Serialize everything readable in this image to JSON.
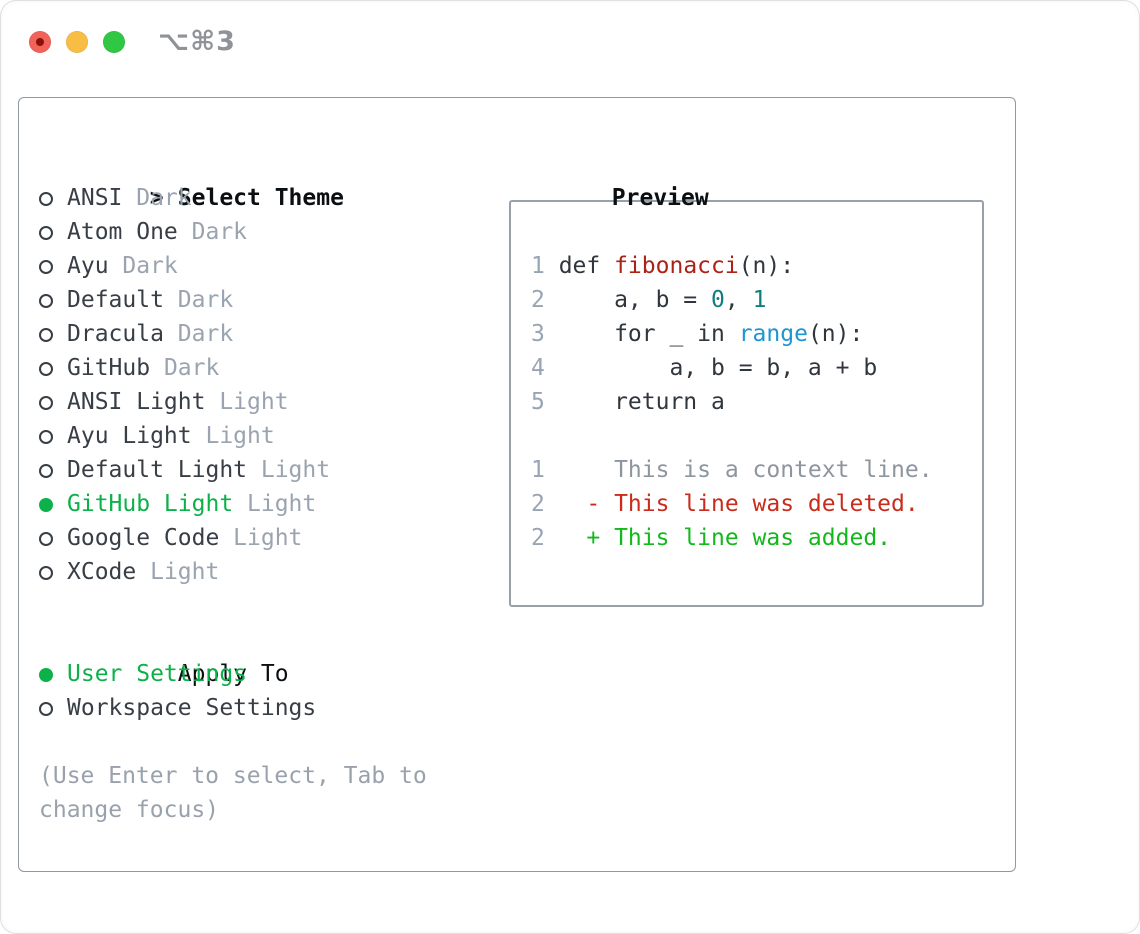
{
  "window": {
    "title": "⌥⌘3",
    "traffic_lights": [
      {
        "name": "close",
        "color": "#f1625b",
        "inner_dot": "#8a1107"
      },
      {
        "name": "minimize",
        "color": "#f8bd45",
        "inner_dot": null
      },
      {
        "name": "zoom",
        "color": "#30c745",
        "inner_dot": null
      }
    ]
  },
  "theme_panel": {
    "header_marker": ">",
    "header": "Select Theme",
    "items": [
      {
        "name": "ANSI",
        "variant": "Dark",
        "selected": false
      },
      {
        "name": "Atom One",
        "variant": "Dark",
        "selected": false
      },
      {
        "name": "Ayu",
        "variant": "Dark",
        "selected": false
      },
      {
        "name": "Default",
        "variant": "Dark",
        "selected": false
      },
      {
        "name": "Dracula",
        "variant": "Dark",
        "selected": false
      },
      {
        "name": "GitHub",
        "variant": "Dark",
        "selected": false
      },
      {
        "name": "ANSI Light",
        "variant": "Light",
        "selected": false
      },
      {
        "name": "Ayu Light",
        "variant": "Light",
        "selected": false
      },
      {
        "name": "Default Light",
        "variant": "Light",
        "selected": false
      },
      {
        "name": "GitHub Light",
        "variant": "Light",
        "selected": true
      },
      {
        "name": "Google Code",
        "variant": "Light",
        "selected": false
      },
      {
        "name": "XCode",
        "variant": "Light",
        "selected": false
      }
    ],
    "apply_to": {
      "header": "Apply To",
      "options": [
        {
          "name": "User Settings",
          "selected": true
        },
        {
          "name": "Workspace Settings",
          "selected": false
        }
      ]
    },
    "help_lines": [
      "(Use Enter to select, Tab to",
      "change focus)"
    ]
  },
  "preview": {
    "header": "Preview",
    "code_lines": [
      {
        "num": "1",
        "segments": [
          {
            "text": "def ",
            "color": "plain"
          },
          {
            "text": "fibonacci",
            "color": "function"
          },
          {
            "text": "(n):",
            "color": "plain"
          }
        ]
      },
      {
        "num": "2",
        "segments": [
          {
            "text": "    a, b = ",
            "color": "plain"
          },
          {
            "text": "0",
            "color": "number"
          },
          {
            "text": ", ",
            "color": "plain"
          },
          {
            "text": "1",
            "color": "number"
          }
        ]
      },
      {
        "num": "3",
        "segments": [
          {
            "text": "    for _ in ",
            "color": "plain"
          },
          {
            "text": "range",
            "color": "builtin"
          },
          {
            "text": "(n):",
            "color": "plain"
          }
        ]
      },
      {
        "num": "4",
        "segments": [
          {
            "text": "        a, b = b, a + b",
            "color": "plain"
          }
        ]
      },
      {
        "num": "5",
        "segments": [
          {
            "text": "    return a",
            "color": "plain"
          }
        ]
      },
      {
        "num": "",
        "segments": []
      },
      {
        "num": "1",
        "segments": [
          {
            "text": "    This is a context line.",
            "color": "context"
          }
        ]
      },
      {
        "num": "2",
        "segments": [
          {
            "text": "  - This line was deleted.",
            "color": "deleted"
          }
        ]
      },
      {
        "num": "2",
        "segments": [
          {
            "text": "  + This line was added.",
            "color": "added"
          }
        ]
      }
    ]
  },
  "colors": {
    "header_text": "#0c0f12",
    "item_text": "#383e46",
    "muted_text": "#9aa4b0",
    "help_text": "#99a2ac",
    "selection_green": "#0db14a",
    "added_green": "#13b81d",
    "deleted_red": "#c92c1c",
    "function_red": "#ab2317",
    "number_teal": "#0f7d80",
    "builtin_blue": "#1d96d2",
    "plain_code": "#30363d",
    "line_number": "#98a4b4",
    "context_gray": "#8d959e",
    "panel_border": "#8e99a4",
    "titlebar_text": "#8f9398"
  }
}
